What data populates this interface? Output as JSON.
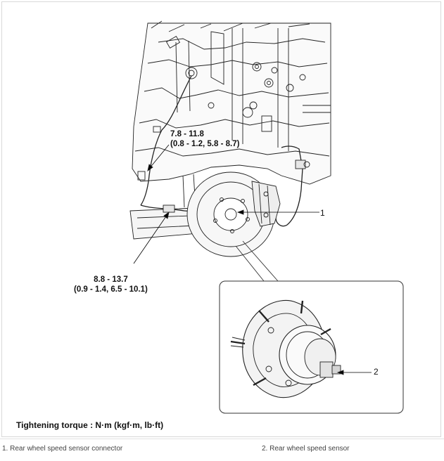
{
  "torque_specs": {
    "upper_line1": "7.8 - 11.8",
    "upper_line2": "(0.8 - 1.2, 5.8 - 8.7)",
    "lower_line1": "8.8 - 13.7",
    "lower_line2": "(0.9 - 1.4, 6.5 - 10.1)"
  },
  "callouts": {
    "c1": "1",
    "c2": "2"
  },
  "legend": {
    "title": "Tightening torque : N·m (kgf·m, lb·ft)"
  },
  "parts": {
    "p1": "1. Rear wheel speed sensor connector",
    "p2": "2. Rear wheel speed sensor"
  }
}
